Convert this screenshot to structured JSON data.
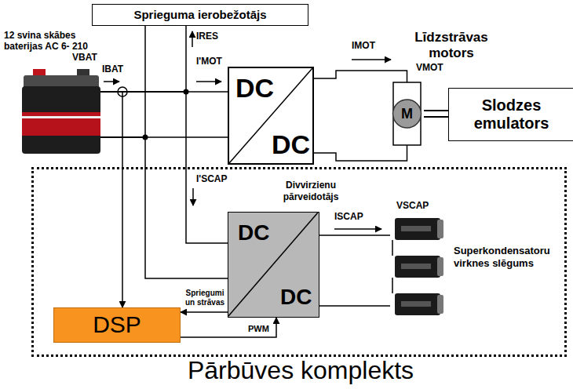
{
  "diagram": {
    "nodes": [
      {
        "text": [
          "Sprieguma ierobežotājs"
        ]
      },
      {
        "text": [
          "12 svina skābes baterijas AC 6- 210"
        ]
      },
      {
        "text": [
          "DC",
          "DC"
        ]
      },
      {
        "text": [
          "Līdzstrāvas motors",
          "M"
        ]
      },
      {
        "text": [
          "Slodzes emulators"
        ]
      },
      {
        "text": [
          "Pārbūves komplekts"
        ]
      },
      {
        "text": [
          "Divvirzienu pārveidotājs",
          "DC",
          "DC"
        ],
        "in": 5
      },
      {
        "text": [
          "Superkondensatoru virknes slēgums"
        ],
        "in": 5
      },
      {
        "text": [
          "DSP"
        ],
        "in": 5
      }
    ],
    "edges": [
      {
        "from": 1,
        "to": 2,
        "arrow": "none"
      },
      {
        "from": 1,
        "to": 2,
        "arrow": "none"
      },
      {
        "from": 1,
        "to": 0,
        "arrow": "none"
      },
      {
        "from": 1,
        "to": 0,
        "arrow": "none"
      },
      {
        "from": 1,
        "to": 6,
        "arrow": "none"
      },
      {
        "from": 1,
        "to": 6,
        "arrow": "none"
      },
      {
        "from": 2,
        "to": 3,
        "arrow": "none"
      },
      {
        "from": 2,
        "to": 3,
        "arrow": "none"
      },
      {
        "from": 3,
        "to": 4,
        "arrow": "none"
      },
      {
        "from": 1,
        "to": 8,
        "arrow": "to"
      },
      {
        "from": 6,
        "to": 8,
        "label": "Spriegumi un strāvas",
        "arrow": "to"
      },
      {
        "from": 8,
        "to": 6,
        "label": "PWM",
        "arrow": "to"
      },
      {
        "from": 6,
        "to": 7,
        "arrow": "none"
      },
      {
        "from": 6,
        "to": 7,
        "arrow": "none"
      }
    ],
    "labels": [
      "VBAT",
      "IBAT",
      "IRES",
      "I'MOT",
      "IMOT",
      "VMOT",
      "I'SCAP",
      "ISCAP",
      "VSCAP"
    ]
  }
}
